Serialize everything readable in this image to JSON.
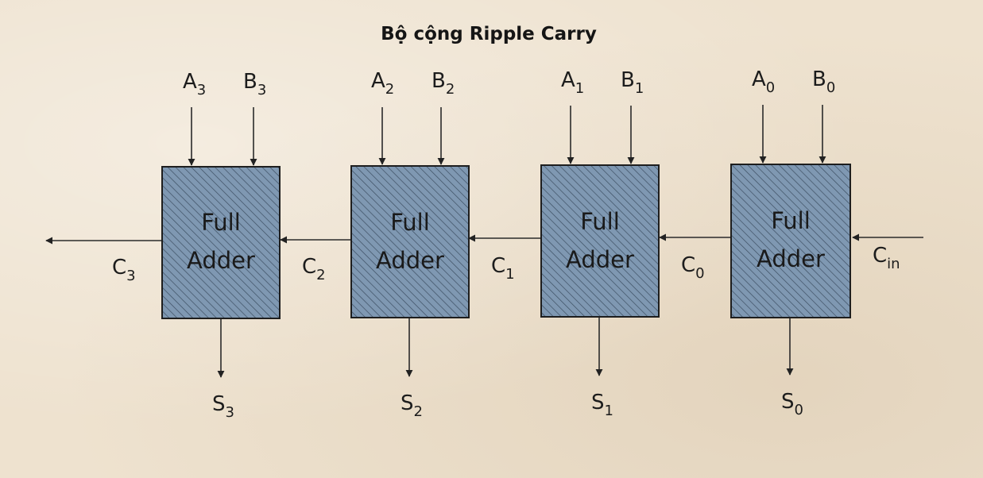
{
  "title": "Bộ cộng Ripple Carry",
  "adders": [
    {
      "line1": "Full",
      "line2": "Adder",
      "a": {
        "main": "A",
        "sub": "3"
      },
      "b": {
        "main": "B",
        "sub": "3"
      },
      "s": {
        "main": "S",
        "sub": "3"
      },
      "c_out": {
        "main": "C",
        "sub": "3"
      }
    },
    {
      "line1": "Full",
      "line2": "Adder",
      "a": {
        "main": "A",
        "sub": "2"
      },
      "b": {
        "main": "B",
        "sub": "2"
      },
      "s": {
        "main": "S",
        "sub": "2"
      },
      "c_out": {
        "main": "C",
        "sub": "2"
      }
    },
    {
      "line1": "Full",
      "line2": "Adder",
      "a": {
        "main": "A",
        "sub": "1"
      },
      "b": {
        "main": "B",
        "sub": "1"
      },
      "s": {
        "main": "S",
        "sub": "1"
      },
      "c_out": {
        "main": "C",
        "sub": "1"
      }
    },
    {
      "line1": "Full",
      "line2": "Adder",
      "a": {
        "main": "A",
        "sub": "0"
      },
      "b": {
        "main": "B",
        "sub": "0"
      },
      "s": {
        "main": "S",
        "sub": "0"
      },
      "c_out": {
        "main": "C",
        "sub": "0"
      }
    }
  ],
  "carry_in": {
    "main": "C",
    "sub": "in"
  },
  "colors": {
    "box_fill": "#7f98b2",
    "box_stroke": "#1e1e1e",
    "wire": "#2a2a2a",
    "background": "#eee2cf"
  }
}
